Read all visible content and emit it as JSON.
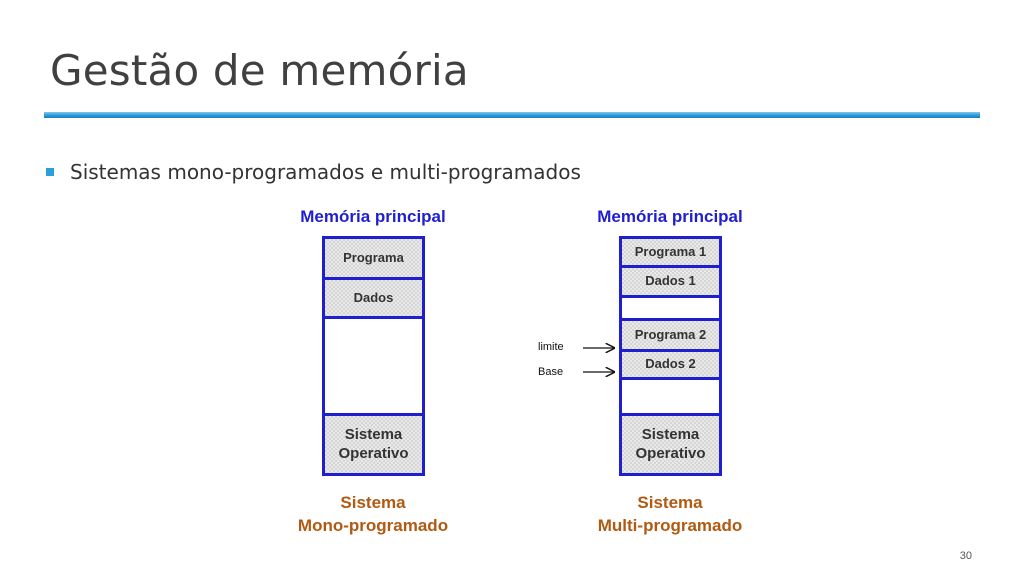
{
  "slide": {
    "title": "Gestão de memória",
    "bullet": "Sistemas mono-programados e multi-programados",
    "page_number": "30"
  },
  "diagram": {
    "mono": {
      "memory_title": "Memória principal",
      "programa": "Programa",
      "dados": "Dados",
      "so_line1": "Sistema",
      "so_line2": "Operativo",
      "caption_line1": "Sistema",
      "caption_line2": "Mono-programado"
    },
    "multi": {
      "memory_title": "Memória principal",
      "programa1": "Programa 1",
      "dados1": "Dados 1",
      "programa2": "Programa 2",
      "dados2": "Dados 2",
      "so_line1": "Sistema",
      "so_line2": "Operativo",
      "caption_line1": "Sistema",
      "caption_line2": "Multi-programado",
      "limite_label": "limite",
      "base_label": "Base"
    },
    "colors": {
      "border": "#1f1fd0",
      "memory_title": "#1f1fd0",
      "caption": "#b05a12",
      "title_rule": "#2a9ad8"
    }
  }
}
